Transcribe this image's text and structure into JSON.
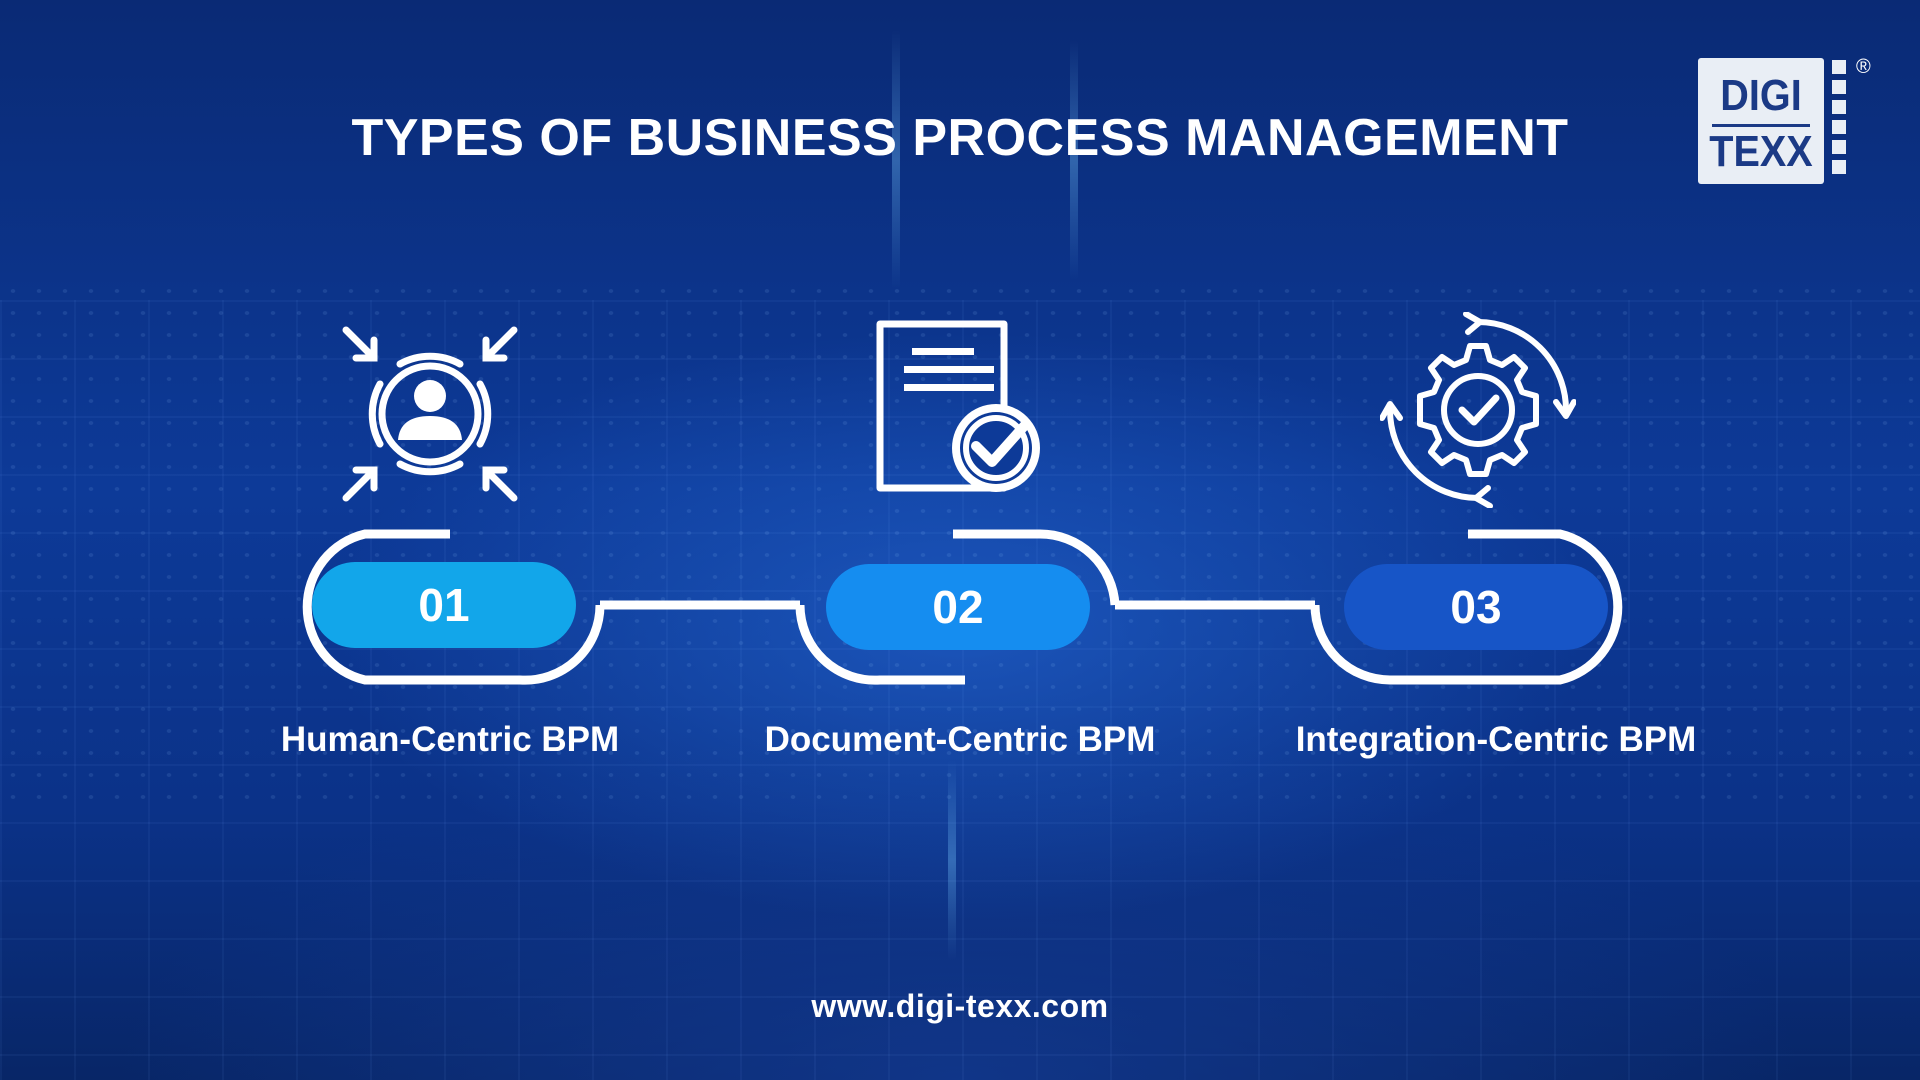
{
  "title": "TYPES OF BUSINESS PROCESS MANAGEMENT",
  "logo": {
    "line1": "DIGI",
    "line2": "TEXX",
    "registered": "®"
  },
  "steps": [
    {
      "number": "01",
      "label": "Human-Centric BPM",
      "icon": "user-focus-icon",
      "color": "#12a6ea"
    },
    {
      "number": "02",
      "label": "Document-Centric BPM",
      "icon": "document-check-icon",
      "color": "#158df0"
    },
    {
      "number": "03",
      "label": "Integration-Centric BPM",
      "icon": "gear-cycle-icon",
      "color": "#1755c7"
    }
  ],
  "footer": {
    "url": "www.digi-texx.com"
  },
  "colors": {
    "text": "#ffffff",
    "line": "#ffffff",
    "logo_text": "#1b3a86"
  }
}
